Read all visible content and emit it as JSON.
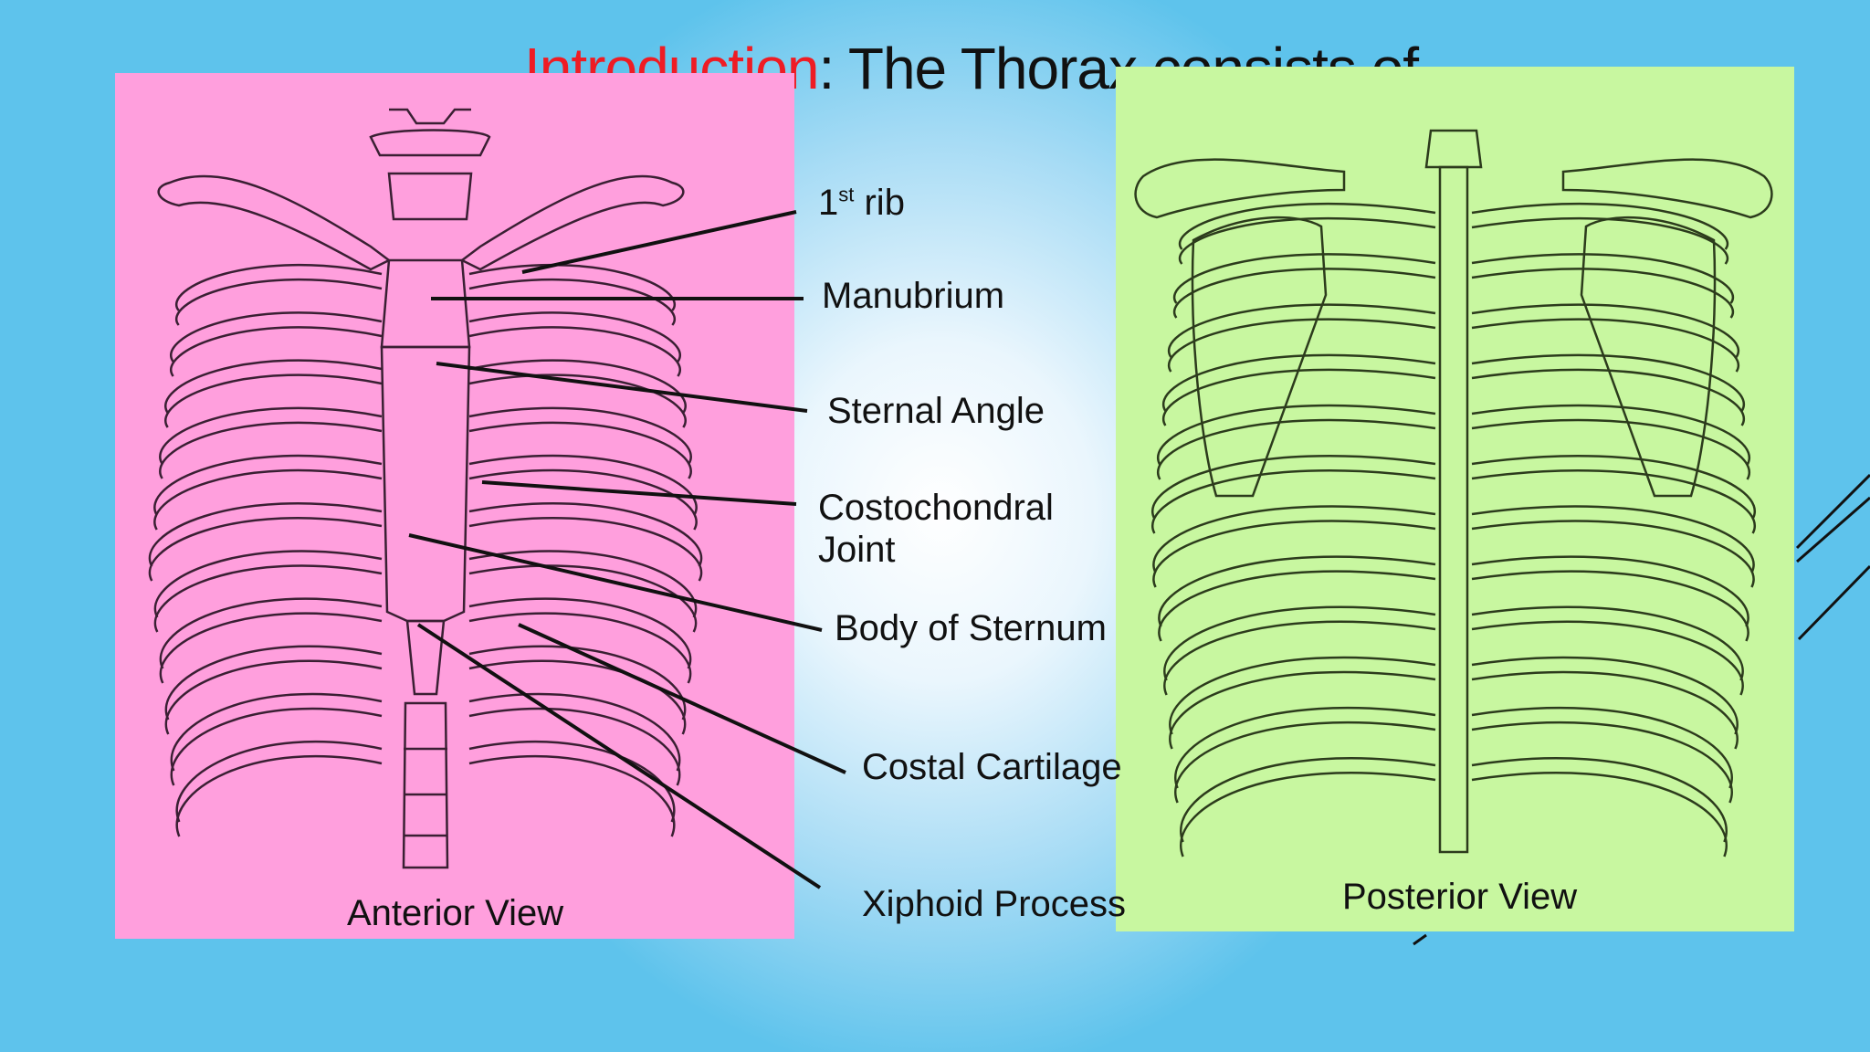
{
  "title": {
    "highlight": "Introduction",
    "rest": ": The Thorax consists of"
  },
  "labels": {
    "first_rib": {
      "main": "1",
      "sup": "st",
      "rest": " rib"
    },
    "manubrium": "Manubrium",
    "sternal_angle": "Sternal Angle",
    "costochondral_line1": "Costochondral",
    "costochondral_line2": "Joint",
    "body_of_sternum": "Body of Sternum",
    "costal_cartilage": "Costal Cartilage",
    "xiphoid_process": "Xiphoid Process"
  },
  "views": {
    "anterior": "Anterior View",
    "posterior": "Posterior View"
  },
  "colors": {
    "anterior_panel": "#ff9fdd",
    "posterior_panel": "#c8f7a0",
    "title_highlight": "#ee1c24",
    "background": "#5ec3ec"
  }
}
